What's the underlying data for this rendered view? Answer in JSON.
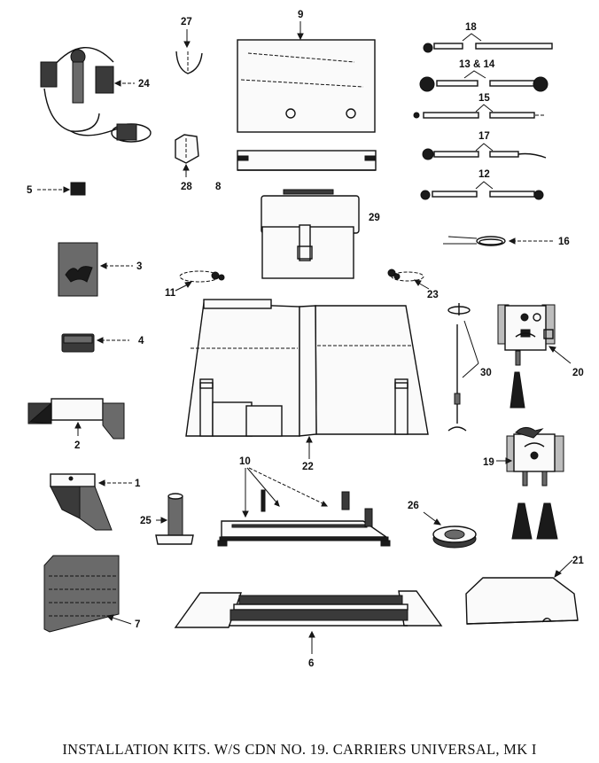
{
  "caption": "INSTALLATION KITS. W/S CDN NO. 19. CARRIERS UNIVERSAL, MK I",
  "parts": [
    {
      "id": "1",
      "label": "1",
      "desc": "mounting bracket"
    },
    {
      "id": "2",
      "label": "2",
      "desc": "base plate bracket"
    },
    {
      "id": "3",
      "label": "3",
      "desc": "label plate"
    },
    {
      "id": "4",
      "label": "4",
      "desc": "block"
    },
    {
      "id": "5",
      "label": "5",
      "desc": "small cube"
    },
    {
      "id": "6",
      "label": "6",
      "desc": "tray with rails"
    },
    {
      "id": "7",
      "label": "7",
      "desc": "plate"
    },
    {
      "id": "8",
      "label": "8",
      "desc": "strip"
    },
    {
      "id": "9",
      "label": "9",
      "desc": "board"
    },
    {
      "id": "10",
      "label": "10",
      "desc": "carrier frame with clips"
    },
    {
      "id": "11",
      "label": "11",
      "desc": "fittings"
    },
    {
      "id": "12",
      "label": "12",
      "desc": "cable"
    },
    {
      "id": "13-14",
      "label": "13 & 14",
      "desc": "cables"
    },
    {
      "id": "15",
      "label": "15",
      "desc": "cable"
    },
    {
      "id": "16",
      "label": "16",
      "desc": "coiled wire"
    },
    {
      "id": "17",
      "label": "17",
      "desc": "cable"
    },
    {
      "id": "18",
      "label": "18",
      "desc": "cable"
    },
    {
      "id": "19",
      "label": "19",
      "desc": "control box"
    },
    {
      "id": "20",
      "label": "20",
      "desc": "control box"
    },
    {
      "id": "21",
      "label": "21",
      "desc": "cover plate"
    },
    {
      "id": "22",
      "label": "22",
      "desc": "canvas cover"
    },
    {
      "id": "23",
      "label": "23",
      "desc": "fittings"
    },
    {
      "id": "24",
      "label": "24",
      "desc": "headset with microphone"
    },
    {
      "id": "25",
      "label": "25",
      "desc": "aerial base"
    },
    {
      "id": "26",
      "label": "26",
      "desc": "flange ring"
    },
    {
      "id": "27",
      "label": "27",
      "desc": "clip"
    },
    {
      "id": "28",
      "label": "28",
      "desc": "clip"
    },
    {
      "id": "29",
      "label": "29",
      "desc": "satchel"
    },
    {
      "id": "30",
      "label": "30",
      "desc": "aerial rod"
    }
  ]
}
